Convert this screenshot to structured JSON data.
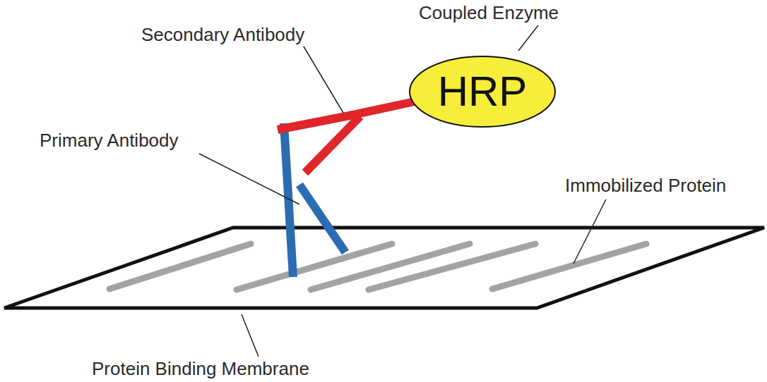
{
  "diagram": {
    "nodes": [
      {
        "text": [
          "HRP"
        ]
      }
    ],
    "labels": [
      "Coupled Enzyme",
      "Secondary Antibody",
      "Primary Antibody",
      "Immobilized Protein",
      "Protein Binding Membrane"
    ]
  }
}
